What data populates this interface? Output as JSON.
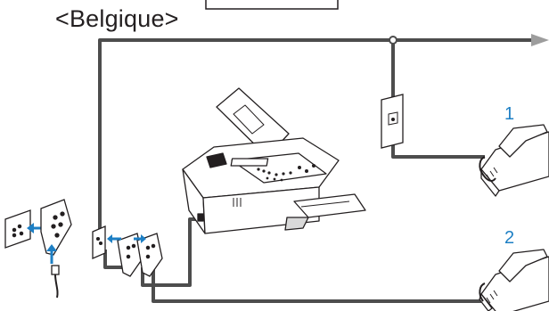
{
  "title": "<Belgique>",
  "phones": [
    {
      "label": "1"
    },
    {
      "label": "2"
    }
  ],
  "colors": {
    "line": "#4d4d4d",
    "arrow": "#9d9d9d",
    "device_fill": "#ffffff",
    "device_stroke": "#231f20",
    "shade": "#d9d9d9",
    "phone_label": "#1d7fc4",
    "blue_arrow": "#1d7fc4"
  },
  "icons": [
    "fax-machine",
    "telephone",
    "wall-socket",
    "phone-plug",
    "arrow"
  ]
}
